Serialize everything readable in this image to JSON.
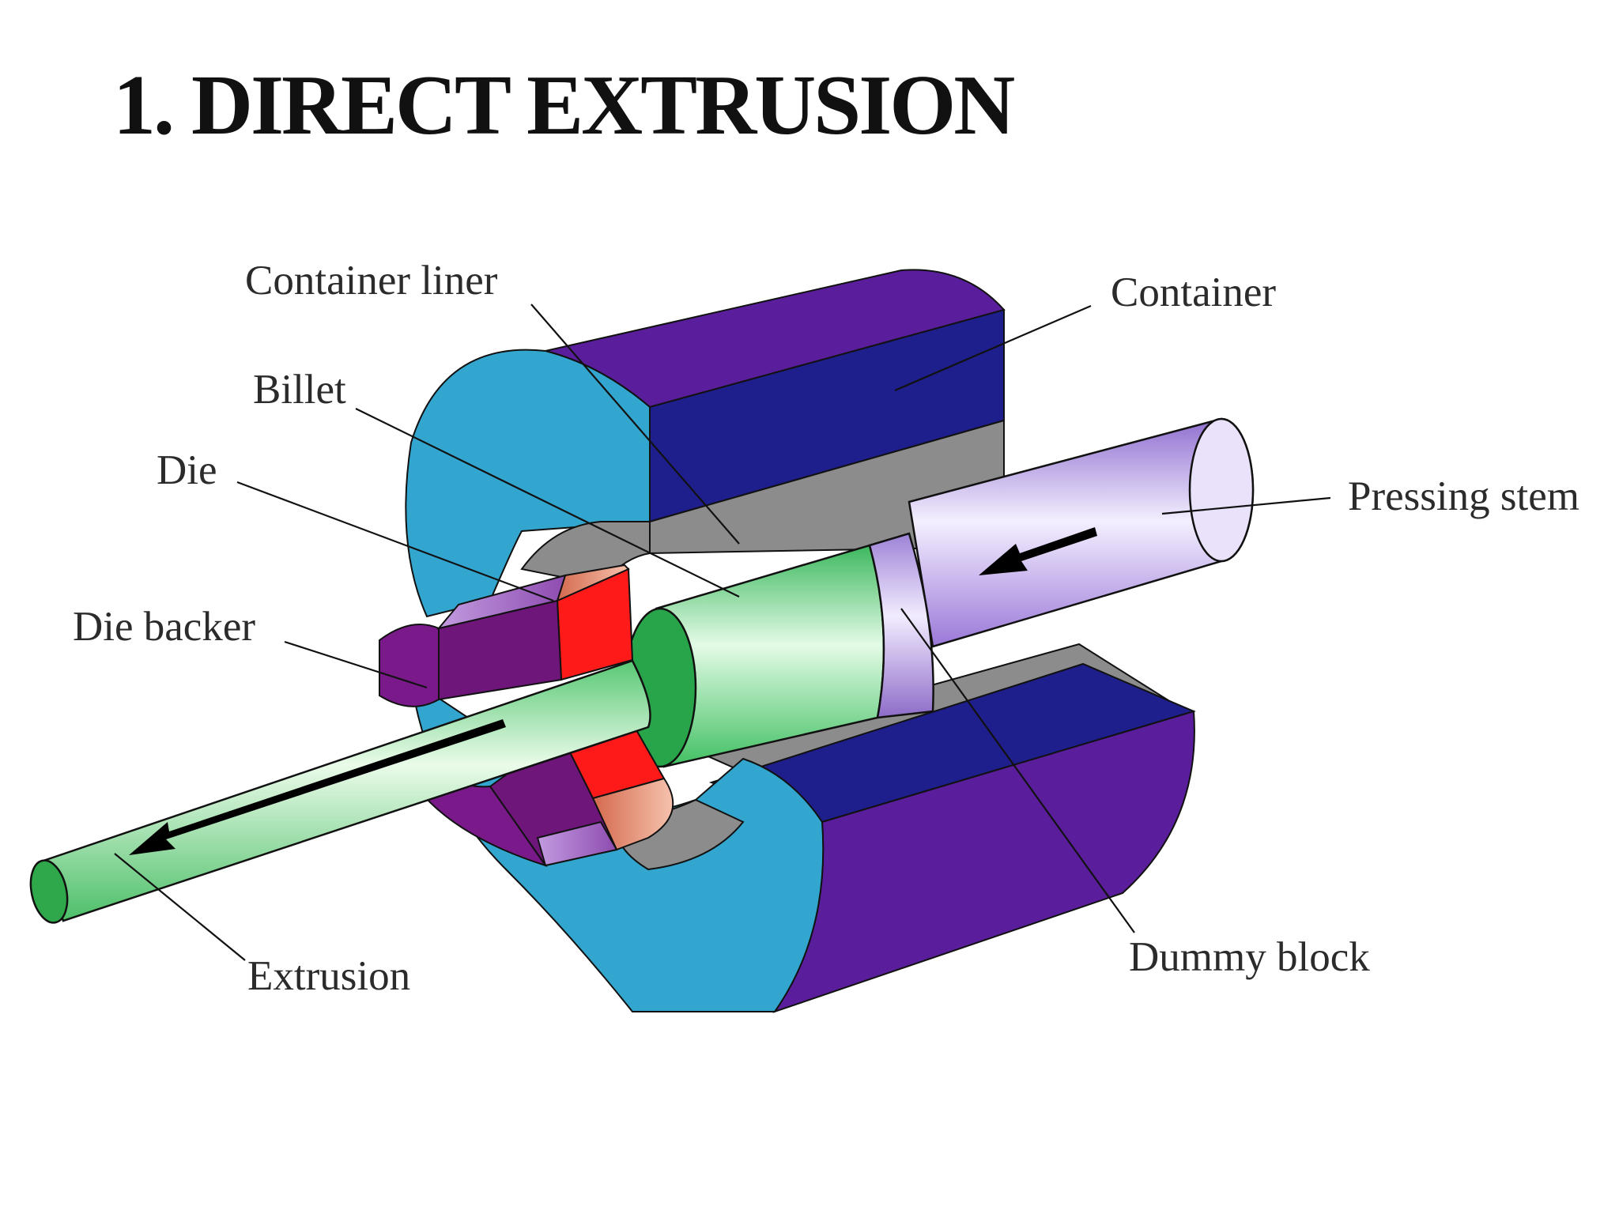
{
  "title": "1. DIRECT EXTRUSION",
  "labels": {
    "container_liner": "Container liner",
    "container": "Container",
    "billet": "Billet",
    "die": "Die",
    "pressing_stem": "Pressing stem",
    "die_backer": "Die backer",
    "extrusion": "Extrusion",
    "dummy_block": "Dummy block"
  },
  "colors": {
    "container_top": "#5a1e9c",
    "container_front": "#1e1e8c",
    "container_face": "#33a6cf",
    "liner": "#8c8c8c",
    "billet": "#46c86a",
    "die": "#ff1a1a",
    "die_backer": "#6e167a",
    "pressing_stem": "#b9a0e8",
    "extrusion": "#2ea84a"
  }
}
